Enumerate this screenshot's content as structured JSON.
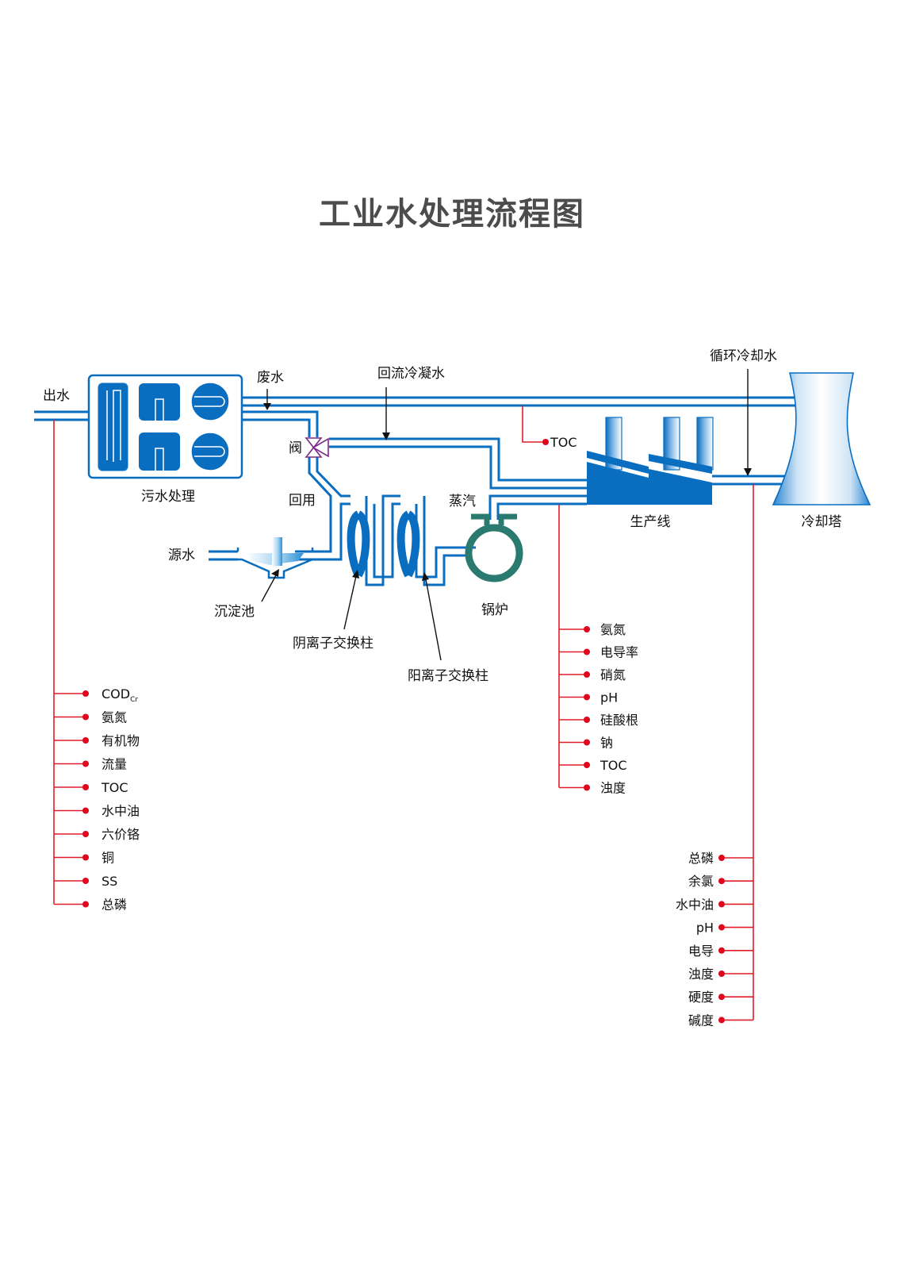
{
  "title": "工业水处理流程图",
  "colors": {
    "pipe": "#0a6ec0",
    "equipment_fill": "#0a6ec0",
    "boiler": "#2b7a70",
    "valve": "#7b2a8c",
    "sensor_line": "#e11d2a",
    "sensor_dot": "#e0061c",
    "title": "#4d4b4b"
  },
  "nodes": {
    "outlet_water": "出水",
    "sewage_treatment": "污水处理",
    "wastewater": "废水",
    "valve": "阀",
    "reflux_condensate": "回流冷凝水",
    "circulating_cooling_water": "循环冷却水",
    "reuse": "回用",
    "source_water": "源水",
    "sedimentation_tank": "沉淀池",
    "anion_exchange_column": "阴离子交换柱",
    "cation_exchange_column": "阳离子交换柱",
    "steam": "蒸汽",
    "boiler": "锅炉",
    "production_line": "生产线",
    "cooling_tower": "冷却塔",
    "toc_probe": "TOC"
  },
  "sensor_groups": {
    "outlet": {
      "items": [
        {
          "main": "COD",
          "sub": "Cr"
        },
        {
          "main": "氨氮"
        },
        {
          "main": "有机物"
        },
        {
          "main": "流量"
        },
        {
          "main": "TOC"
        },
        {
          "main": "水中油"
        },
        {
          "main": "六价铬"
        },
        {
          "main": "铜"
        },
        {
          "main": "SS"
        },
        {
          "main": "总磷"
        }
      ]
    },
    "production": {
      "items": [
        "氨氮",
        "电导率",
        "硝氮",
        "pH",
        "硅酸根",
        "钠",
        "TOC",
        "浊度"
      ]
    },
    "cooling": {
      "items": [
        "总磷",
        "余氯",
        "水中油",
        "pH",
        "电导",
        "浊度",
        "硬度",
        "碱度"
      ]
    }
  },
  "edges": [
    {
      "from": "source_water",
      "to": "sedimentation_tank"
    },
    {
      "from": "sedimentation_tank",
      "to": "anion_exchange_column"
    },
    {
      "from": "anion_exchange_column",
      "to": "cation_exchange_column"
    },
    {
      "from": "cation_exchange_column",
      "to": "boiler"
    },
    {
      "from": "boiler",
      "to": "production_line",
      "label": "steam"
    },
    {
      "from": "production_line",
      "to": "valve",
      "label": "reflux_condensate"
    },
    {
      "from": "valve",
      "to": "anion_exchange_column",
      "label": "reuse"
    },
    {
      "from": "production_line",
      "to": "sewage_treatment",
      "label": "wastewater"
    },
    {
      "from": "cooling_tower",
      "to": "production_line",
      "label": "circulating_cooling_water"
    },
    {
      "from": "sewage_treatment",
      "to": "outlet_water"
    }
  ]
}
